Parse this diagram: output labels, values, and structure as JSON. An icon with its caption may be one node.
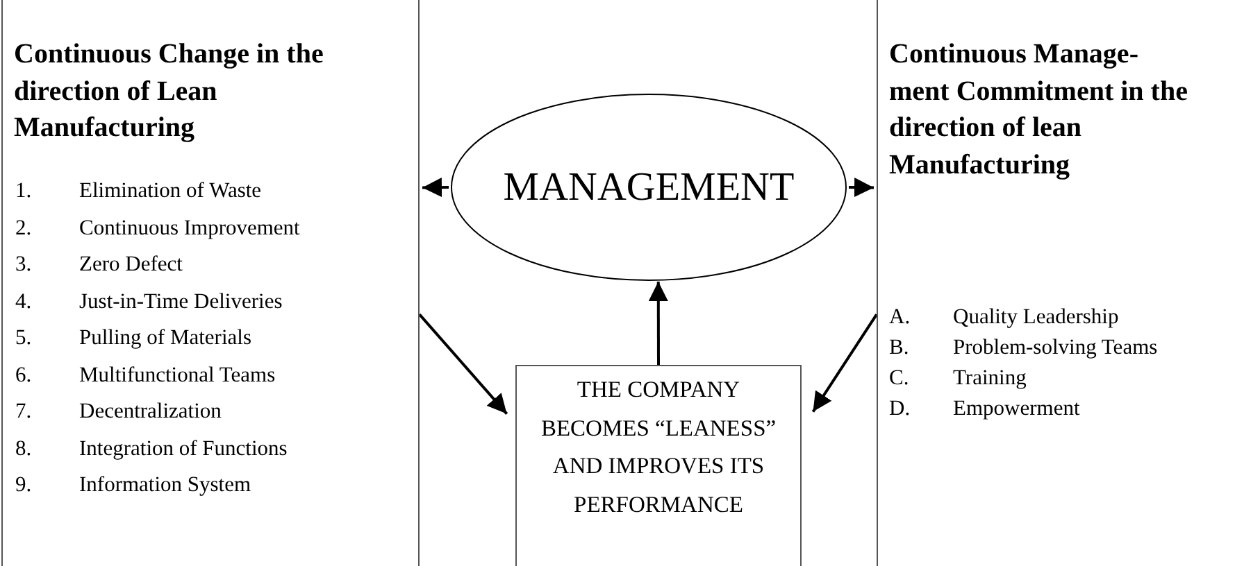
{
  "diagram": {
    "nodes": [
      {
        "text": [
          "Continuous Change in the direction of Lean Manufacturing",
          "1. Elimination of Waste",
          "2. Continuous Improvement",
          "3. Zero Defect",
          "4. Just-in-Time Deliveries",
          "5. Pulling of Materials",
          "6. Multifunctional Teams",
          "7. Decentralization",
          "8. Integration of Functions",
          "9. Information System"
        ]
      },
      {
        "text": [
          "MANAGEMENT"
        ]
      },
      {
        "text": [
          "Continuous Manage-ment Commitment in the direction of lean Manufacturing",
          "A. Quality Leadership",
          "B. Problem-solving Teams",
          "C. Training",
          "D. Empowerment"
        ]
      },
      {
        "text": [
          "THE COMPANY BECOMES “LEANESS” AND IMPROVES ITS PERFORMANCE"
        ]
      }
    ],
    "edges": [
      {
        "from": 1,
        "to": 0,
        "arrow": "to"
      },
      {
        "from": 1,
        "to": 2,
        "arrow": "to"
      },
      {
        "from": 3,
        "to": 1,
        "arrow": "to"
      },
      {
        "from": 0,
        "to": 3,
        "arrow": "to"
      },
      {
        "from": 2,
        "to": 3,
        "arrow": "to"
      }
    ]
  }
}
